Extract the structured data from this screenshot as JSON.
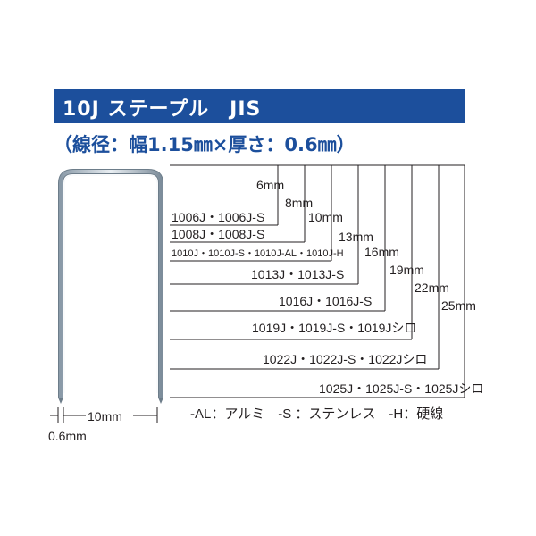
{
  "header": {
    "title": "10J ステープル　JIS",
    "spec": "（線径：幅1.15㎜×厚さ：0.6㎜）",
    "bar_color": "#1c4f9c"
  },
  "dimensions": {
    "crown_width": "10mm",
    "wire_thickness": "0.6mm"
  },
  "lengths": [
    {
      "leg": "6mm",
      "models": "1006J・1006J-S"
    },
    {
      "leg": "8mm",
      "models": "1008J・1008J-S"
    },
    {
      "leg": "10mm",
      "models": "1010J・1010J-S・1010J-AL・1010J-H"
    },
    {
      "leg": "13mm",
      "models": "1013J・1013J-S"
    },
    {
      "leg": "16mm",
      "models": "1016J・1016J-S"
    },
    {
      "leg": "19mm",
      "models": "1019J・1019J-S・1019Jシロ"
    },
    {
      "leg": "22mm",
      "models": "1022J・1022J-S・1022Jシロ"
    },
    {
      "leg": "25mm",
      "models": "1025J・1025J-S・1025Jシロ"
    }
  ],
  "legend": "-AL：アルミ　-S ：ステンレス　-H：硬線"
}
